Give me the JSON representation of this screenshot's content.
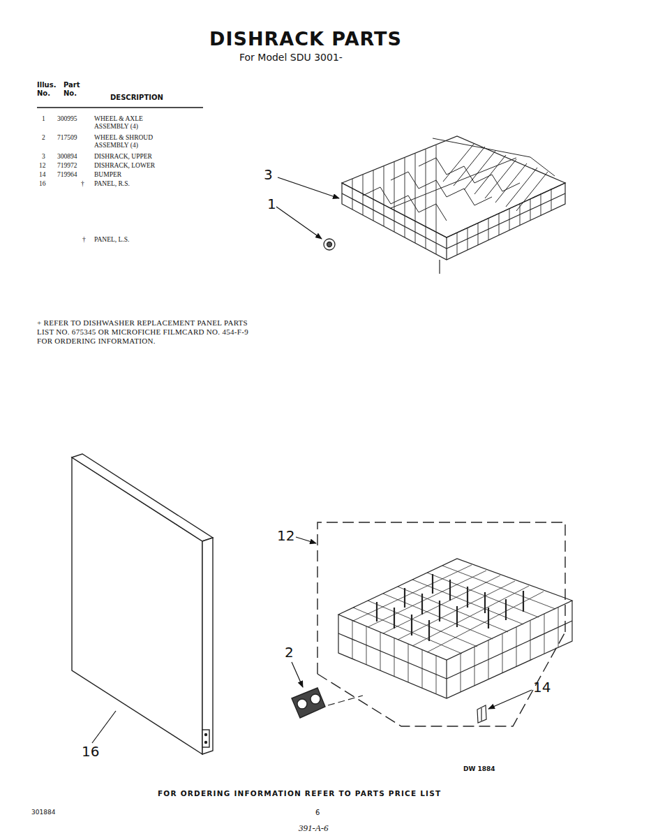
{
  "diagram": {
    "title": "DISHRACK PARTS",
    "caption": "FOR ORDERING INFORMATION REFER TO PARTS PRICE LIST",
    "labels": [
      "For Model SDU 3001-",
      "Illus. No.",
      "Part No.",
      "DESCRIPTION",
      "1",
      "300995",
      "WHEEL & AXLE ASSEMBLY (4)",
      "2",
      "717509",
      "WHEEL & SHROUD ASSEMBLY (4)",
      "3",
      "300894",
      "DISHRACK, UPPER",
      "12",
      "719972",
      "DISHRACK, LOWER",
      "14",
      "719964",
      "BUMPER",
      "16",
      "†",
      "PANEL, R.S.",
      "†",
      "PANEL, L.S.",
      "+ REFER TO DISHWASHER REPLACEMENT PANEL PARTS LIST NO. 675345 OR MICROFICHE FILMCARD NO. 454-F-9 FOR ORDERING INFORMATION.",
      "3",
      "1",
      "12",
      "2",
      "14",
      "16",
      "DW 1884",
      "301884",
      "6",
      "391-A-6"
    ]
  }
}
